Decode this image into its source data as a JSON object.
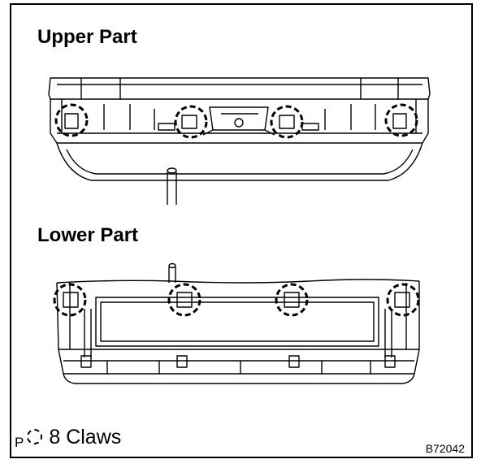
{
  "upper_part": {
    "title": "Upper Part"
  },
  "lower_part": {
    "title": "Lower Part"
  },
  "legend": {
    "prefix": "P",
    "text": "8 Claws",
    "icon": "dashed-circle-claw-icon"
  },
  "figure_code": "B72042",
  "colors": {
    "line": "#000000",
    "background": "#ffffff"
  }
}
